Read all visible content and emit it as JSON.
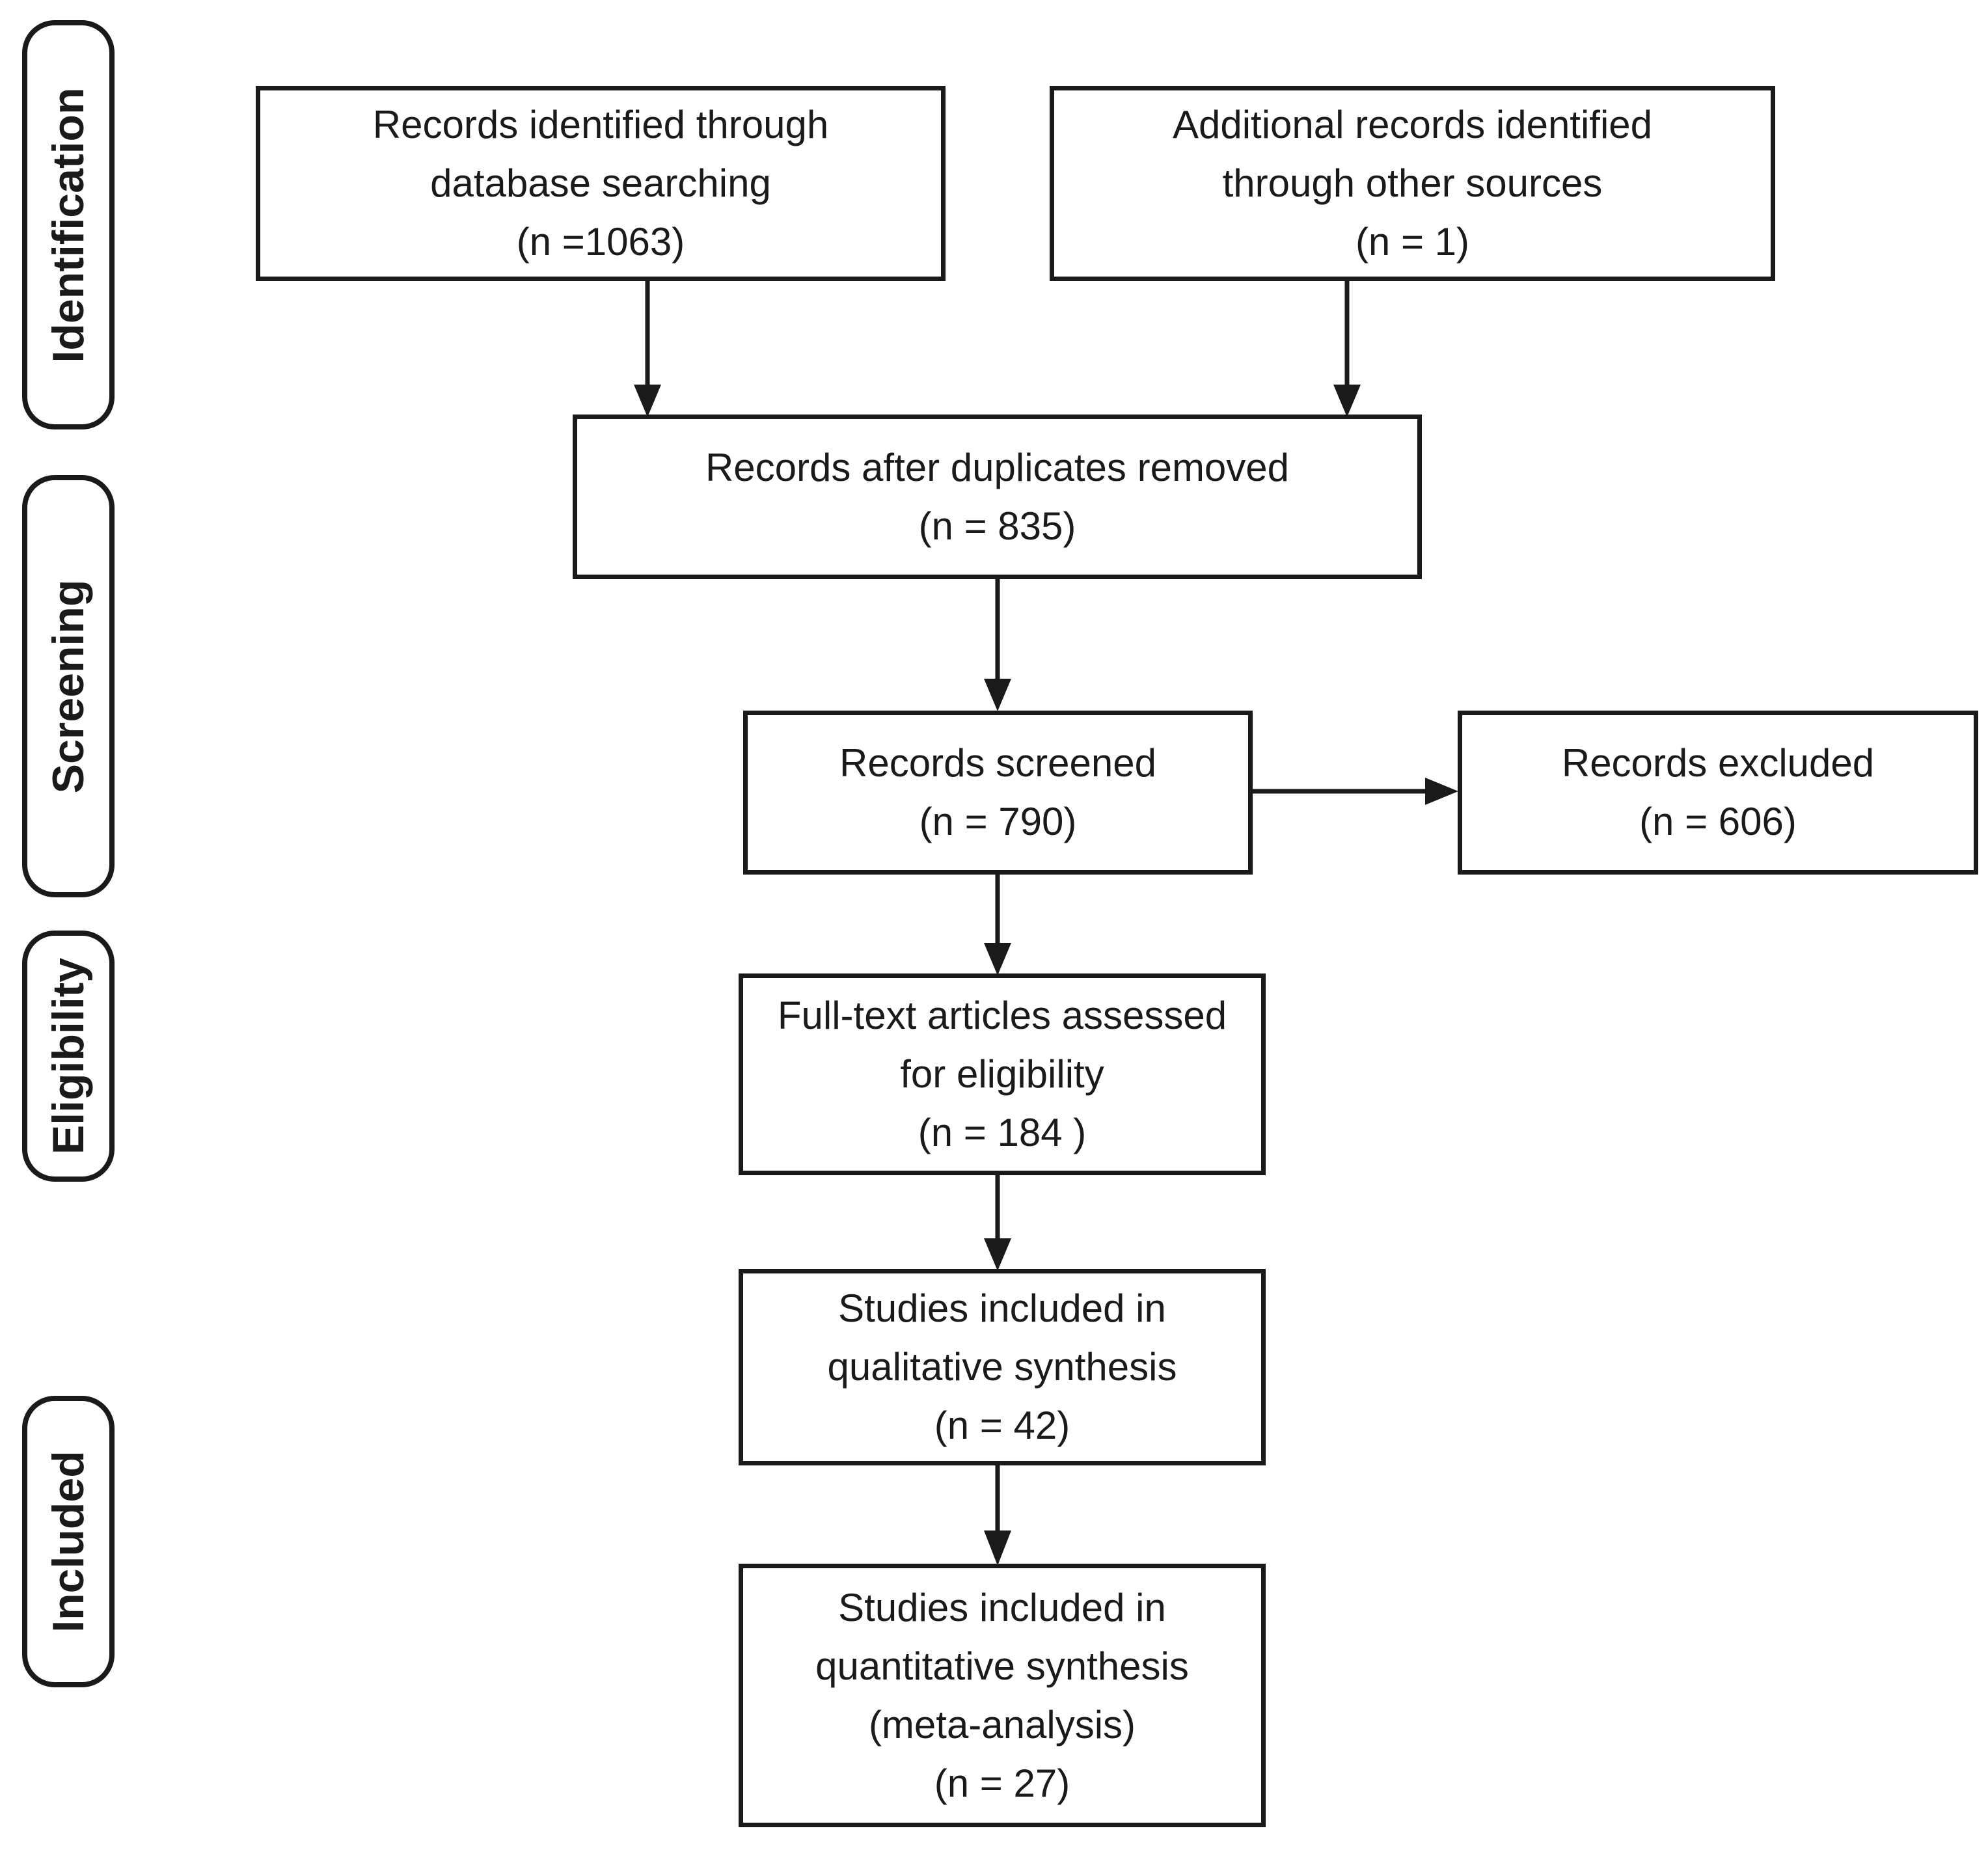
{
  "colors": {
    "ink": "#1a1a1a",
    "background": "#ffffff"
  },
  "stages": [
    {
      "label": "Identification"
    },
    {
      "label": "Screening"
    },
    {
      "label": "Eligibility"
    },
    {
      "label": "Included"
    }
  ],
  "boxes": {
    "identified_db": "Records identified through\ndatabase searching\n(n =1063)",
    "identified_other": "Additional records identified\nthrough other sources\n(n = 1)",
    "after_duplicates": "Records after duplicates removed\n(n = 835)",
    "screened": "Records screened\n(n = 790)",
    "excluded": "Records excluded\n(n = 606)",
    "fulltext_assessed": "Full-text articles assessed\nfor eligibility\n(n = 184 )",
    "qualitative_synthesis": "Studies included in\nqualitative synthesis\n(n = 42)",
    "quantitative_synthesis": "Studies included in\nquantitative synthesis\n(meta-analysis)\n(n = 27)"
  }
}
